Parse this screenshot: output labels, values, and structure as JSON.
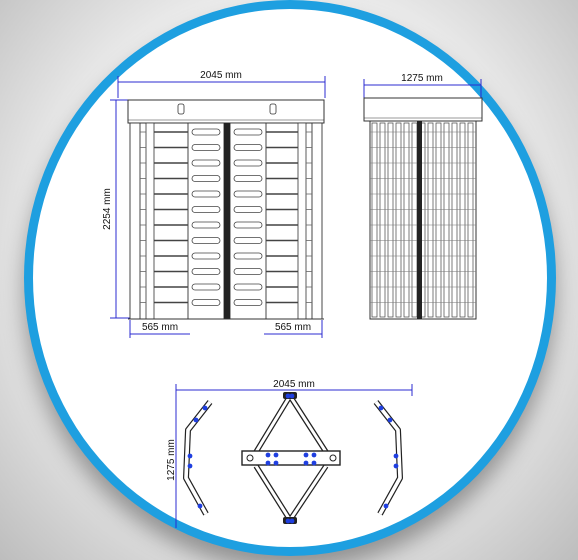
{
  "front_view": {
    "width_label": "2045 mm",
    "height_label": "2254 mm",
    "left_lane_label": "565 mm",
    "right_lane_label": "565 mm"
  },
  "side_view": {
    "width_label": "1275 mm"
  },
  "plan_view": {
    "width_label": "2045 mm",
    "depth_label": "1275 mm"
  },
  "colors": {
    "circle_border": "#1e9fe0",
    "dimension_line": "#2b2bd0",
    "sensor_dots": "#1f3fe0"
  }
}
